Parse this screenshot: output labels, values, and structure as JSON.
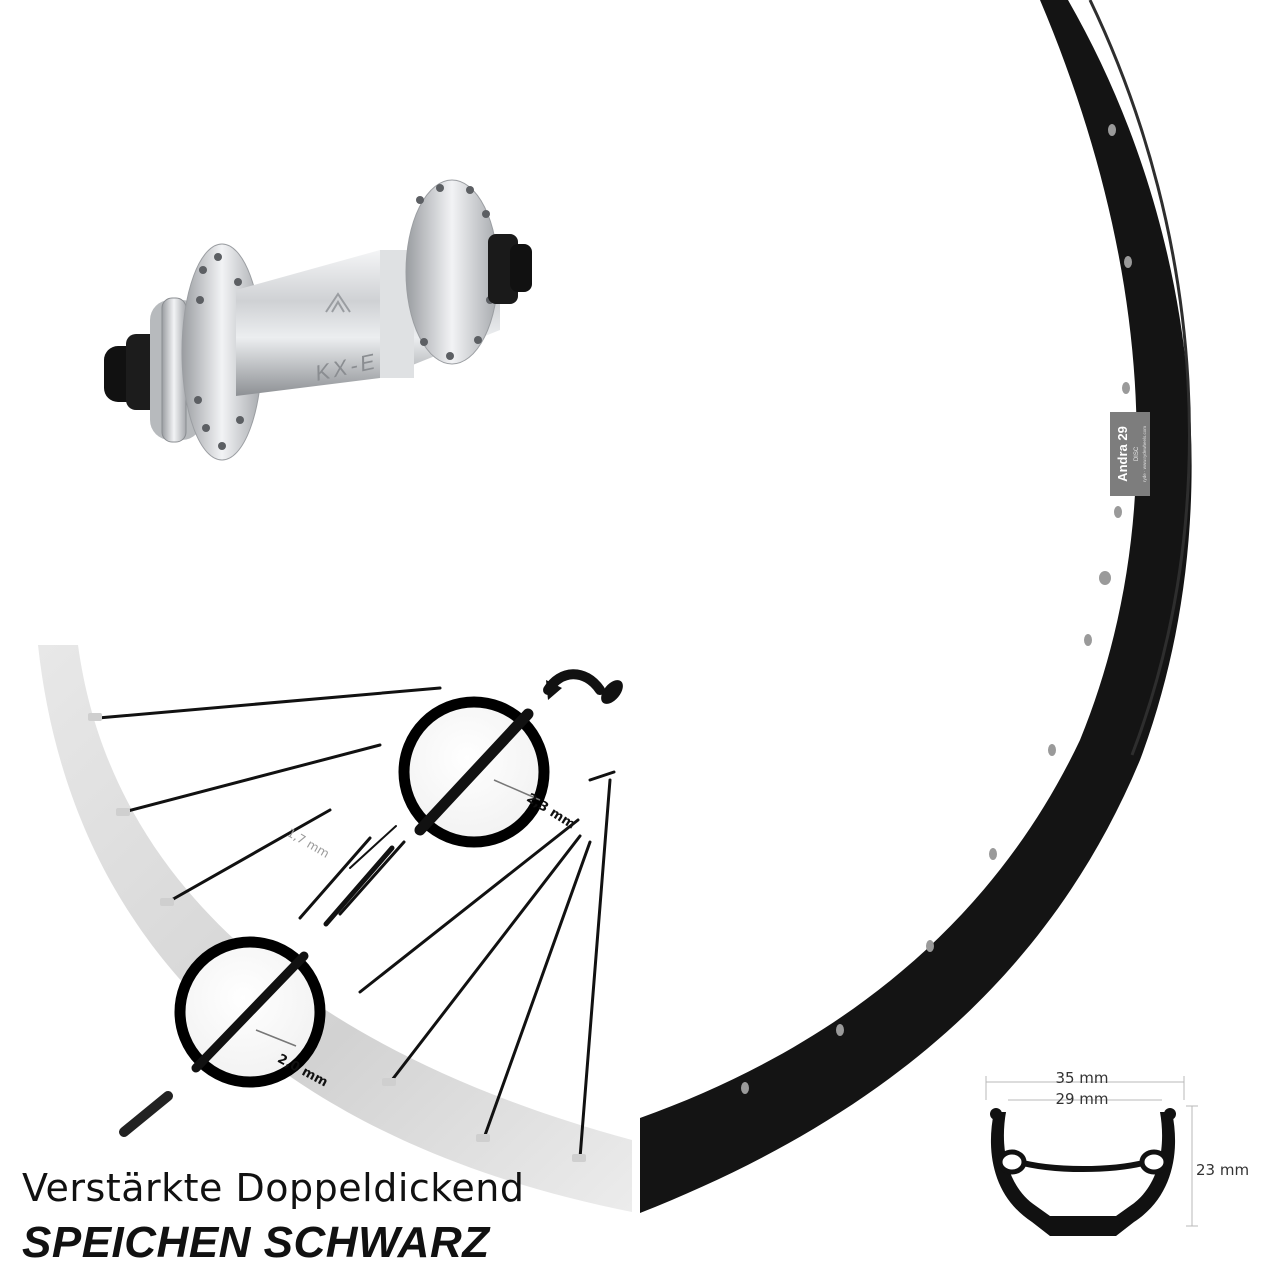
{
  "hub": {
    "brand": "KX-E"
  },
  "rim": {
    "label_name": "Andra 29",
    "label_sub": "DISC",
    "label_fine": "ryde · www.rydewheels.com"
  },
  "spoke_diagram": {
    "dim_top": "2,3 mm",
    "dim_middle": "1,7 mm",
    "dim_bottom": "2,0 mm"
  },
  "cross_section": {
    "outer_width": "35 mm",
    "inner_width": "29 mm",
    "height": "23 mm"
  },
  "caption": {
    "line1": "Verstärkte Doppeldickend",
    "line2": "SPEICHEN SCHWARZ"
  },
  "colors": {
    "rim": "#141414",
    "hub": "#c9cbce",
    "spoke_rim_band": "#dcdcdc"
  }
}
